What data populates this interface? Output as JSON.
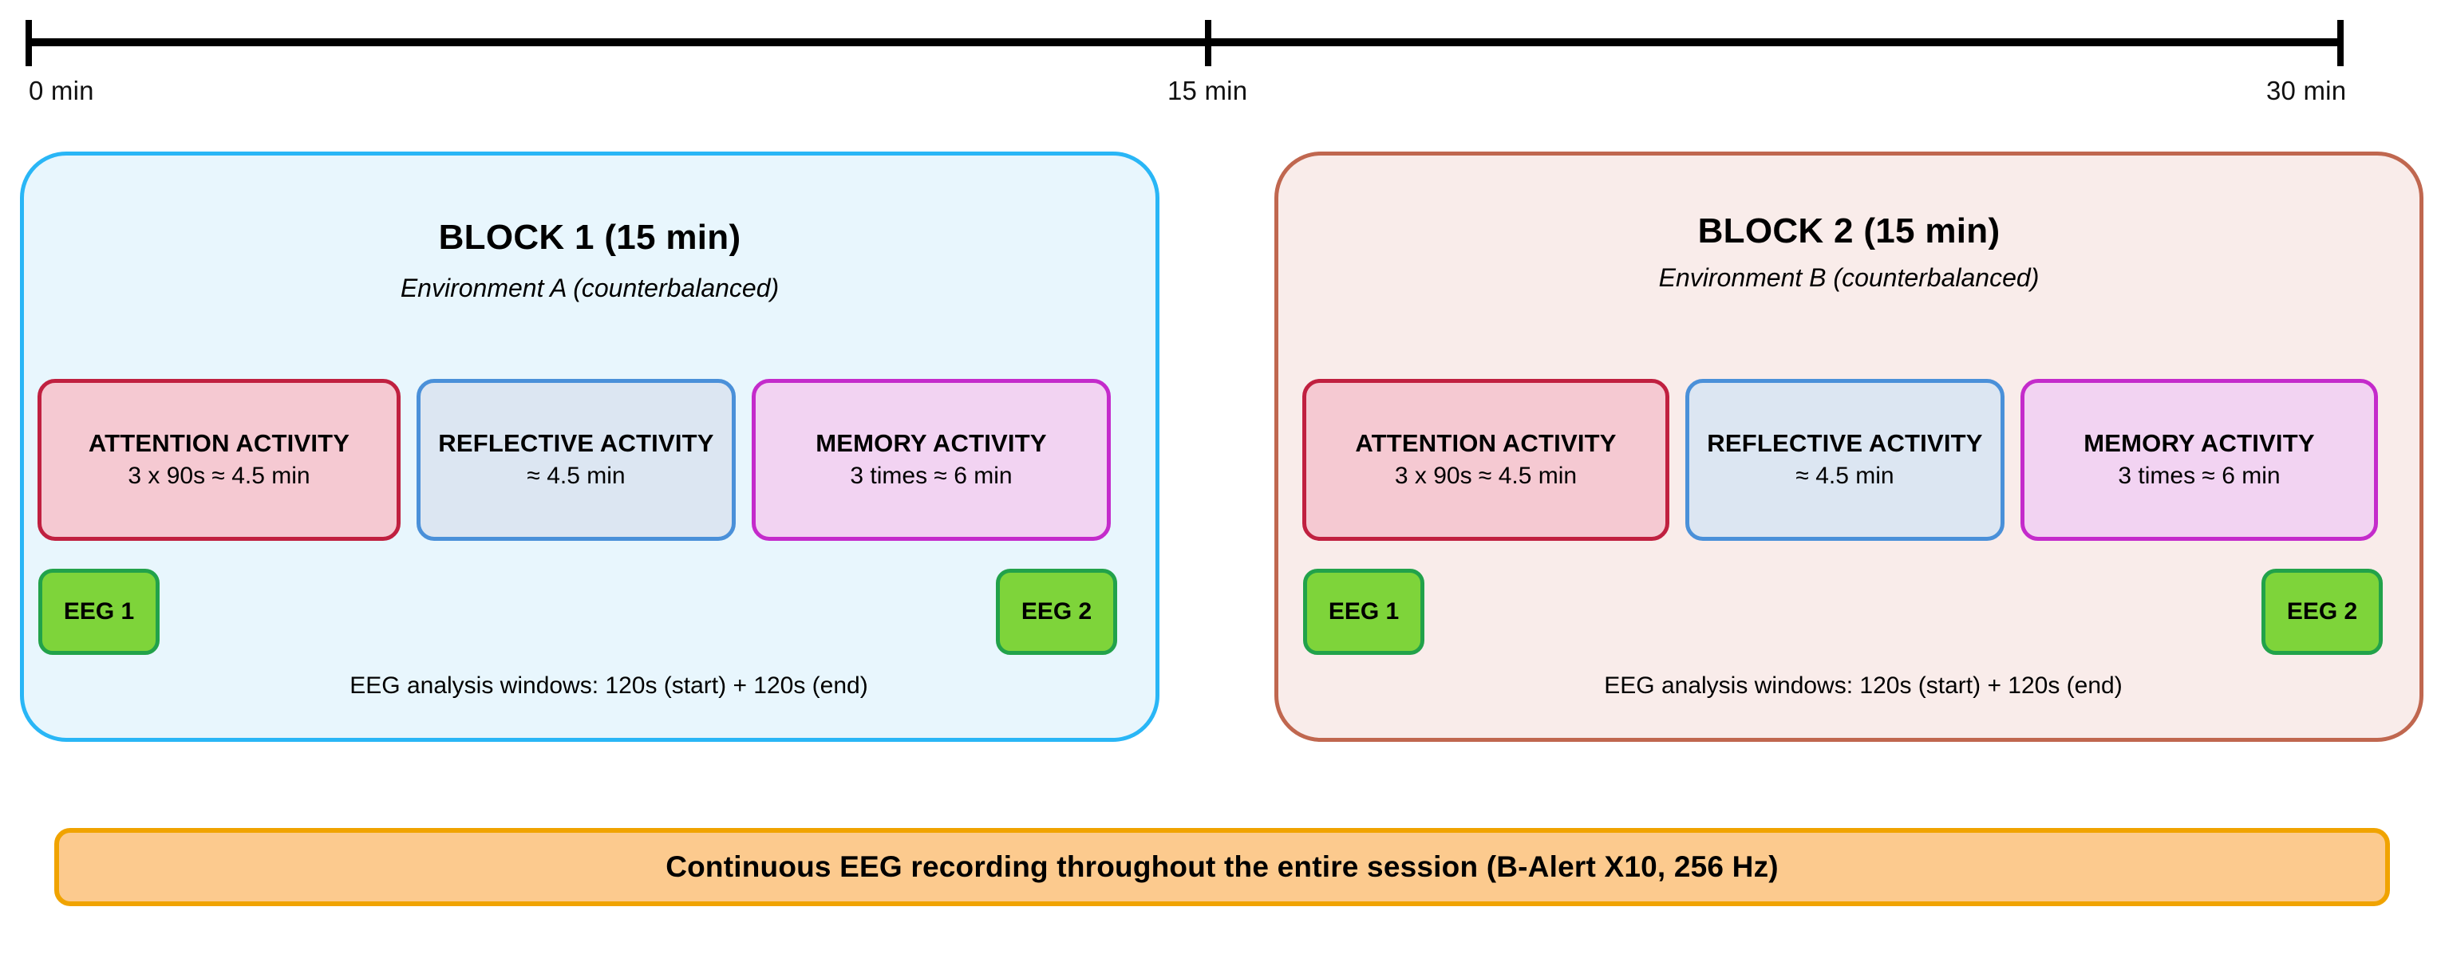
{
  "timeline": {
    "ticks": [
      {
        "label": "0 min",
        "minutes": 0
      },
      {
        "label": "15 min",
        "minutes": 15
      },
      {
        "label": "30 min",
        "minutes": 30
      }
    ]
  },
  "blocks": [
    {
      "title": "BLOCK 1 (15 min)",
      "subtitle": "Environment A (counterbalanced)",
      "border_color": "#29b6f6",
      "fill_color": "#e8f6fd",
      "activities": [
        {
          "name": "ATTENTION ACTIVITY",
          "detail": "3 x 90s ≈ 4.5 min",
          "border_color": "#c02040",
          "fill_color": "#f5c9d2"
        },
        {
          "name": "REFLECTIVE ACTIVITY",
          "detail": "≈ 4.5 min",
          "border_color": "#4a90d9",
          "fill_color": "#dce6f2"
        },
        {
          "name": "MEMORY ACTIVITY",
          "detail": "3 times ≈ 6 min",
          "border_color": "#c42bcb",
          "fill_color": "#f2d3f2"
        }
      ],
      "eeg_markers": [
        "EEG 1",
        "EEG 2"
      ],
      "eeg_note": "EEG analysis windows: 120s (start) + 120s (end)"
    },
    {
      "title": "BLOCK 2 (15 min)",
      "subtitle": "Environment B (counterbalanced)",
      "border_color": "#c0674f",
      "fill_color": "#f9ecea",
      "activities": [
        {
          "name": "ATTENTION ACTIVITY",
          "detail": "3 x 90s ≈ 4.5 min",
          "border_color": "#c02040",
          "fill_color": "#f5c9d2"
        },
        {
          "name": "REFLECTIVE ACTIVITY",
          "detail": "≈ 4.5 min",
          "border_color": "#4a90d9",
          "fill_color": "#dce6f2"
        },
        {
          "name": "MEMORY ACTIVITY",
          "detail": "3 times ≈ 6 min",
          "border_color": "#c42bcb",
          "fill_color": "#f2d3f2"
        }
      ],
      "eeg_markers": [
        "EEG 1",
        "EEG 2"
      ],
      "eeg_note": "EEG analysis windows: 120s (start) + 120s (end)"
    }
  ],
  "banner": {
    "text": "Continuous EEG recording throughout the entire session (B-Alert X10, 256 Hz)",
    "fill_color": "#fcca8e",
    "border_color": "#f0a300"
  }
}
